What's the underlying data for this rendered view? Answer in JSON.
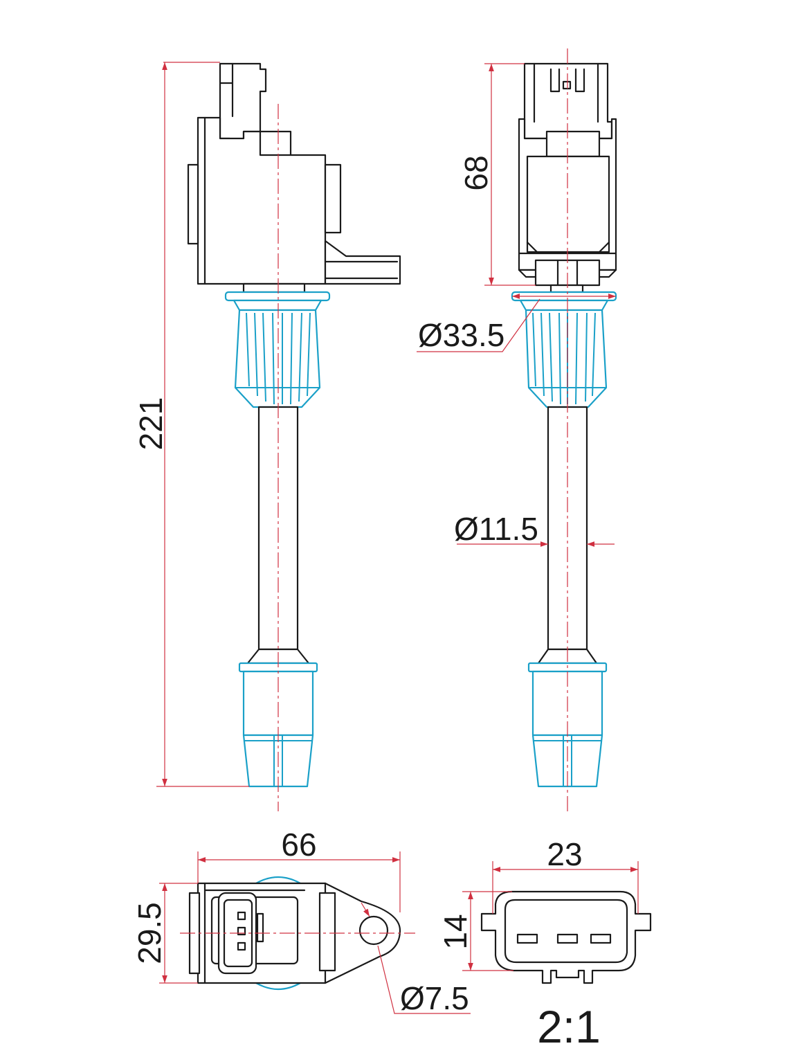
{
  "dimensions": {
    "overall_length": "221",
    "body_height": "68",
    "boot_diameter": "Ø33.5",
    "tube_diameter": "Ø11.5",
    "body_width": "66",
    "body_depth": "29.5",
    "mount_hole": "Ø7.5",
    "connector_width": "23",
    "connector_height": "14"
  },
  "scale": "2:1",
  "colors": {
    "outline": "#1a1a1a",
    "boot": "#1aa0c8",
    "dimension": "#d03040"
  }
}
